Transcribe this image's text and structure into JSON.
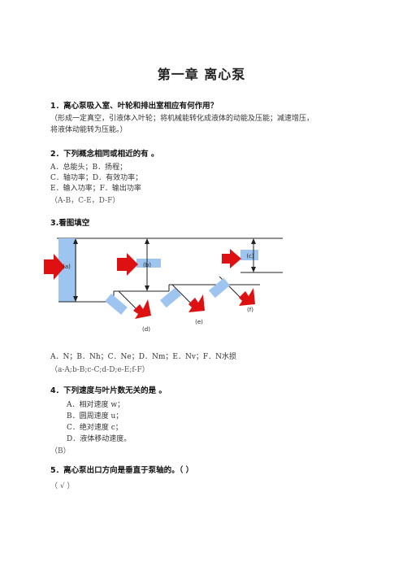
{
  "title": "第一章  离心泵",
  "q1": {
    "question": "1．离心泵吸入室、叶轮和排出室相应有何作用？",
    "answer_line1": "（形成一定真空，引液体入叶轮；将机械能转化成液体的动能及压能；减速增压，",
    "answer_line2": "将液体动能转为压能。）"
  },
  "q2": {
    "question": "2．下列概念相同或相近的有        。",
    "opt1": "A．总能头；B．扬程；",
    "opt2": "C．轴功率；D．有效功率；",
    "opt3": "E．输入功率；F．输出功率",
    "answer": "（A-B，C-E，D-F）"
  },
  "q3": {
    "question": "3.看图填空",
    "figure_labels": [
      "(a)",
      "(b)",
      "(c)",
      "(d)",
      "(e)",
      "(f)"
    ],
    "options": "A．N；B．Nh；C．Ne；D．Nm；E．Nv；F．N水损",
    "answer": "（a-A;b-B;c-C;d-D;e-E;f-F）"
  },
  "q4": {
    "question": "4．下列速度与叶片数无关的是        。",
    "optA": "A．相对速度 w；",
    "optB": "B．圆周速度 u；",
    "optC": "C．绝对速度 c；",
    "optD": "D．液体移动速度。",
    "answer": "（B）"
  },
  "q5": {
    "question": "5．离心泵出口方向是垂直于泵轴的。（  ）",
    "answer": "（ √ ）"
  },
  "colors": {
    "arrow": "#dd1111",
    "box": "#9ec5f0",
    "line": "#222222"
  }
}
